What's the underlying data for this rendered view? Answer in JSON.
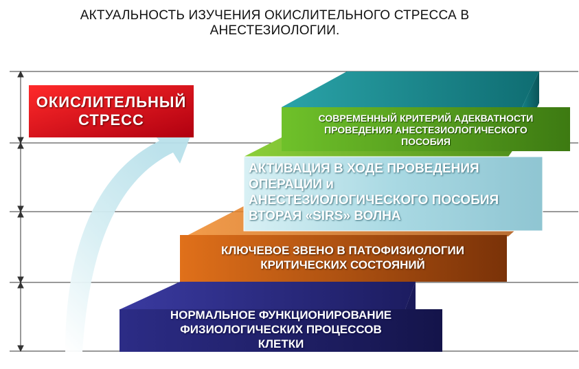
{
  "title": {
    "line1": "АКТУАЛЬНОСТЬ ИЗУЧЕНИЯ ОКИСЛИТЕЛЬНОГО СТРЕССА В",
    "line2": "АНЕСТЕЗИОЛОГИИ."
  },
  "oxidative_stress": {
    "line1": "ОКИСЛИТЕЛЬНЫЙ",
    "line2": "СТРЕСС"
  },
  "steps": {
    "green": {
      "line1": "СОВРЕМЕННЫЙ КРИТЕРИЙ АДЕКВАТНОСТИ",
      "line2": "ПРОВЕДЕНИЯ АНЕСТЕЗИОЛОГИЧЕСКОГО",
      "line3": "ПОСОБИЯ"
    },
    "cyan": {
      "line1": "АКТИВАЦИЯ В ХОДЕ ПРОВЕДЕНИЯ",
      "line2": "ОПЕРАЦИИ и",
      "line3": "АНЕСТЕЗИОЛОГИЧЕСКОГО ПОСОБИЯ",
      "line4": "ВТОРАЯ «SIRS» ВОЛНА"
    },
    "orange": {
      "line1": "КЛЮЧЕВОЕ ЗВЕНО В ПАТОФИЗИОЛОГИИ",
      "line2": "КРИТИЧЕСКИХ СОСТОЯНИЙ"
    },
    "blue": {
      "line1": "НОРМАЛЬНОЕ ФУНКЦИОНИРОВАНИЕ",
      "line2": "ФИЗИОЛОГИЧЕСКИХ ПРОЦЕССОВ",
      "line3": "КЛЕТКИ"
    }
  },
  "colors": {
    "red": "#e0141e",
    "green": "#5aa51e",
    "teal": "#1a8f94",
    "cyan_panel": "#a6dbe4",
    "orange": "#c65a10",
    "navy": "#23236e",
    "arrow": "#c9e8ef"
  }
}
